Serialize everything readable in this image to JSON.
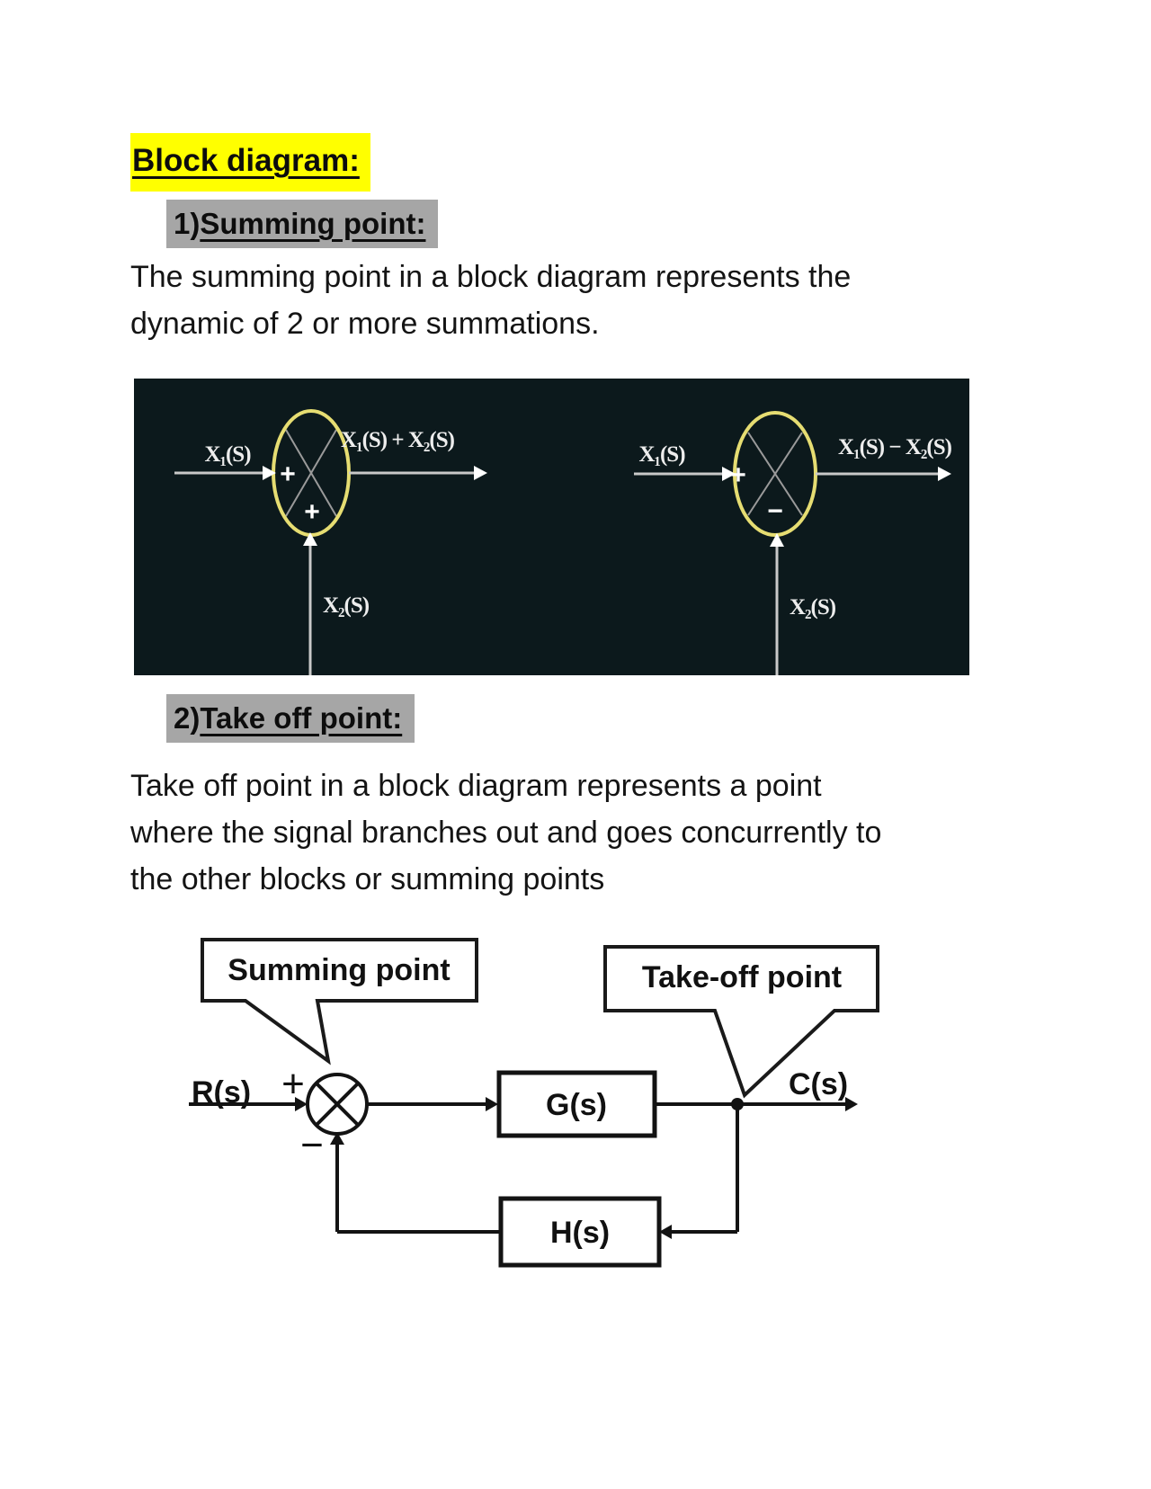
{
  "document": {
    "title": "Block diagram:",
    "section1": {
      "number": "1)",
      "heading": "Summing point:",
      "line1": "The summing point in a block diagram represents the",
      "line2": "dynamic of 2 or more summations."
    },
    "section2": {
      "number": "2)",
      "heading": "Take off point:",
      "line1": "Take off point in a block diagram represents a point",
      "line2": "where the signal branches out and goes concurrently to",
      "line3": "the other blocks or summing points"
    }
  },
  "summing_figure": {
    "colors": {
      "background": "#0c191c",
      "ring": "#e6dd72"
    },
    "left_junction": {
      "input_label": "X₁(S)",
      "output_label": "X₁(S) + X₂(S)",
      "bottom_label": "X₂(S)",
      "left_sign": "+",
      "bottom_sign": "+"
    },
    "right_junction": {
      "input_label": "X₁(S)",
      "output_label": "X₁(S) − X₂(S)",
      "bottom_label": "X₂(S)",
      "left_sign": "+",
      "bottom_sign": "−"
    }
  },
  "takeoff_figure": {
    "summing_callout": "Summing point",
    "takeoff_callout": "Take-off point",
    "input_label": "R(s)",
    "output_label": "C(s)",
    "forward_block": "G(s)",
    "feedback_block": "H(s)",
    "plus_sign": "+",
    "minus_sign": "−"
  }
}
